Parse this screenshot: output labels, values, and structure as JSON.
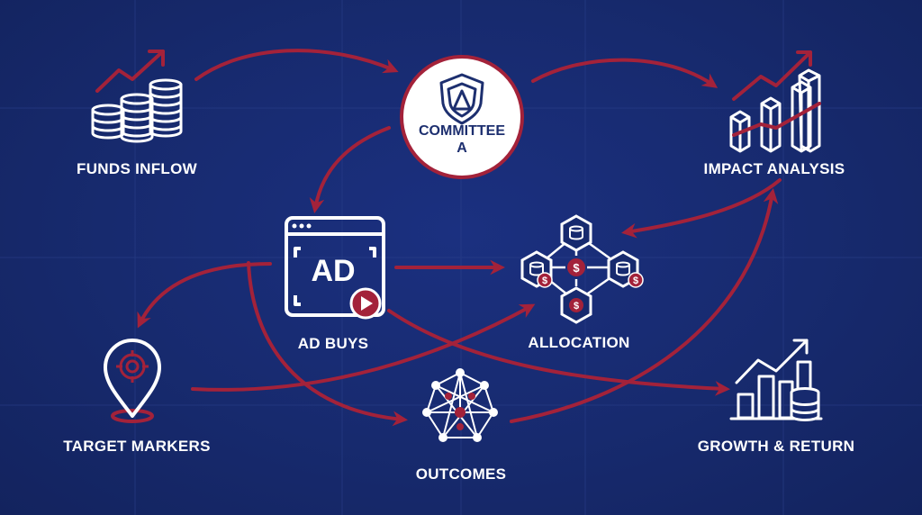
{
  "nodes": {
    "funds_inflow": {
      "label": "FUNDS INFLOW",
      "icon": "coins-growth-icon"
    },
    "committee": {
      "label_line1": "COMMITTEE",
      "label_line2": "A",
      "icon": "shield-icon"
    },
    "impact_analysis": {
      "label": "IMPACT ANALYSIS",
      "icon": "bar-chart-growth-icon"
    },
    "ad_buys": {
      "label": "AD BUYS",
      "icon_text": "AD",
      "icon": "ad-window-icon"
    },
    "allocation": {
      "label": "ALLOCATION",
      "icon": "allocation-network-icon"
    },
    "target_markers": {
      "label": "TARGET MARKERS",
      "icon": "target-pin-icon"
    },
    "outcomes": {
      "label": "OUTCOMES",
      "icon": "network-icon"
    },
    "growth_return": {
      "label": "GROWTH & RETURN",
      "icon": "growth-chart-coins-icon"
    }
  },
  "colors": {
    "background": "#172a6e",
    "accent": "#a3223a",
    "icon": "#ffffff",
    "text": "#ffffff"
  },
  "flows": [
    {
      "from": "funds_inflow",
      "to": "committee"
    },
    {
      "from": "committee",
      "to": "impact_analysis"
    },
    {
      "from": "committee",
      "to": "ad_buys"
    },
    {
      "from": "impact_analysis",
      "to": "allocation"
    },
    {
      "from": "ad_buys",
      "to": "allocation"
    },
    {
      "from": "ad_buys",
      "to": "target_markers"
    },
    {
      "from": "ad_buys",
      "to": "outcomes"
    },
    {
      "from": "ad_buys",
      "to": "growth_return"
    },
    {
      "from": "target_markers",
      "to": "allocation"
    },
    {
      "from": "outcomes",
      "to": "impact_analysis"
    }
  ]
}
